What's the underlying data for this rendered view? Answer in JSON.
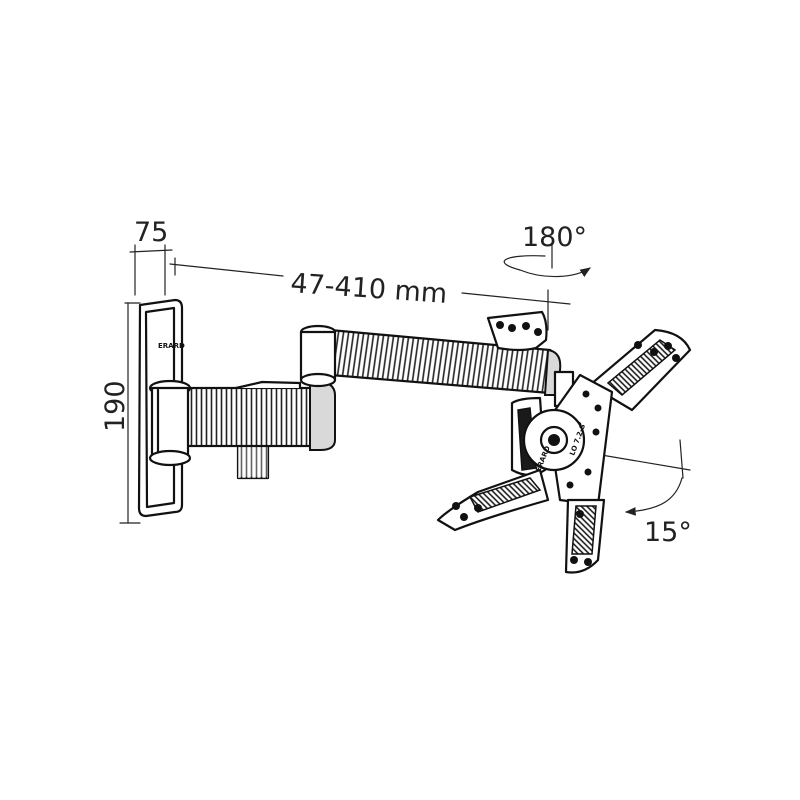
{
  "dimensions": {
    "wall_depth": "75",
    "arm_extension": "47-410 mm",
    "plate_height": "190",
    "swivel_angle": "180°",
    "tilt_angle": "15°"
  },
  "branding": {
    "wall_plate_logo": "ERARD",
    "head_logo": "ERARD",
    "head_model": "LO 7.2-S"
  }
}
